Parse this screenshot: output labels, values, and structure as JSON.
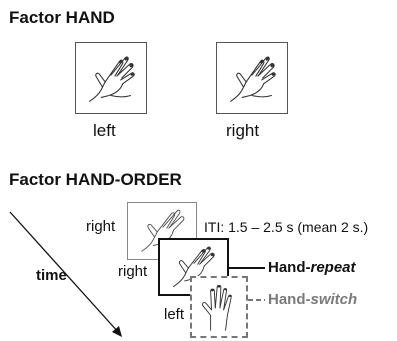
{
  "factor_hand": {
    "title": "Factor HAND",
    "left_label": "left",
    "right_label": "right"
  },
  "factor_hand_order": {
    "title": "Factor HAND-ORDER",
    "time_label": "time",
    "label_right_1": "right",
    "label_right_2": "right",
    "label_left": "left",
    "iti_text": "ITI: 1.5 – 2.5 s (mean 2 s.)",
    "repeat_prefix": "Hand-",
    "repeat_suffix": "repeat",
    "switch_prefix": "Hand-",
    "switch_suffix": "switch"
  },
  "colors": {
    "text": "#111111",
    "grey": "#7a7a7a",
    "frame": "#555555"
  },
  "icons": [
    "hand-left-icon",
    "hand-right-icon"
  ]
}
